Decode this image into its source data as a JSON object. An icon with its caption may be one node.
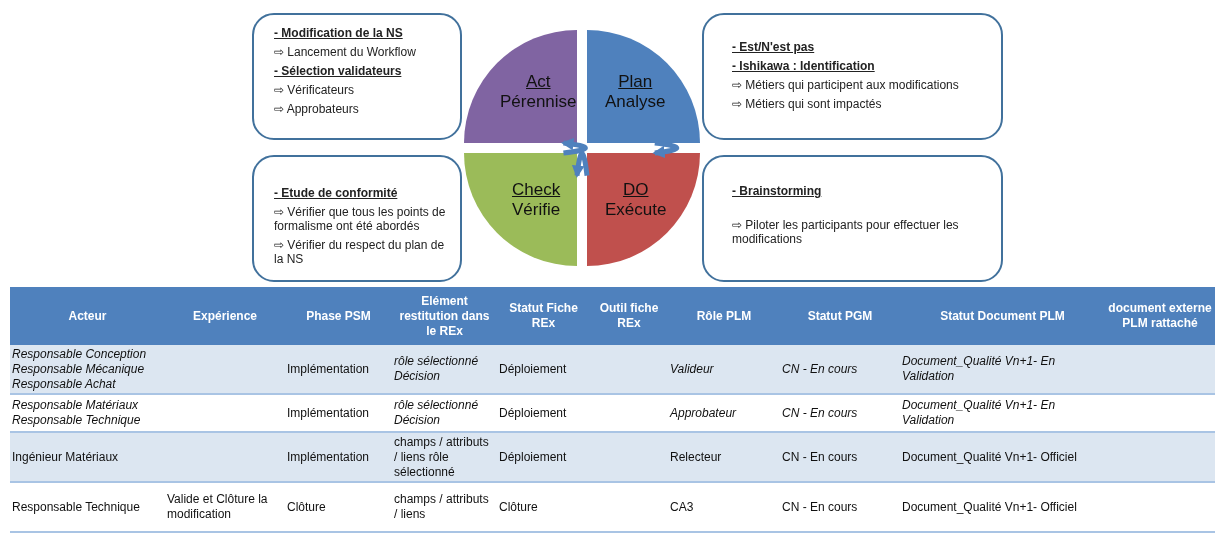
{
  "diagram": {
    "nodes": [
      {
        "text": [
          "- Modification de la NS",
          "⇨ Lancement du Workflow",
          "- Sélection validateurs",
          "⇨ Vérificateurs",
          "⇨ Approbateurs"
        ]
      },
      {
        "text": [
          "- Est/N'est pas",
          "- Ishikawa : Identification",
          "⇨ Métiers qui participent aux modifications",
          "⇨ Métiers qui sont impactés"
        ]
      },
      {
        "text": [
          "- Etude de conformité",
          "⇨ Vérifier que tous les points de formalisme ont été abordés",
          "⇨ Vérifier du respect du plan de la NS"
        ]
      },
      {
        "text": [
          "- Brainstorming",
          "⇨ Piloter les participants pour effectuer les modifications"
        ]
      },
      {
        "text": [
          "Act",
          "Pérennise"
        ]
      },
      {
        "text": [
          "Plan",
          "Analyse"
        ]
      },
      {
        "text": [
          "Check",
          "Vérifie"
        ]
      },
      {
        "text": [
          "DO",
          "Exécute"
        ]
      }
    ],
    "edges": [
      {
        "from": 5,
        "to": 7,
        "arrow": "to"
      },
      {
        "from": 7,
        "to": 6,
        "arrow": "to"
      },
      {
        "from": 6,
        "to": 4,
        "arrow": "to"
      }
    ],
    "labels": [
      "Acteur",
      "Expérience",
      "Phase PSM",
      "Elément restitution dans le REx",
      "Statut Fiche REx",
      "Outil fiche REx",
      "Rôle PLM",
      "Statut PGM",
      "Statut Document PLM",
      "document externe PLM rattaché",
      "Responsable Conception Responsable Mécanique Responsable Achat",
      "Implémentation",
      "rôle sélectionné Décision",
      "Déploiement",
      "Valideur",
      "CN - En cours",
      "Document_Qualité Vn+1- En Validation",
      "Responsable Matériaux Responsable Technique",
      "Implémentation",
      "rôle sélectionné Décision",
      "Déploiement",
      "Approbateur",
      "CN - En cours",
      "Document_Qualité Vn+1- En Validation",
      "Ingénieur Matériaux",
      "Implémentation",
      "champs / attributs / liens rôle sélectionné",
      "Déploiement",
      "Relecteur",
      "CN - En cours",
      "Document_Qualité Vn+1- Officiel",
      "Responsable Technique",
      "Valide et Clôture la modification",
      "Clôture",
      "champs / attributs / liens",
      "Clôture",
      "CA3",
      "CN - En cours",
      "Document_Qualité Vn+1- Officiel"
    ]
  }
}
